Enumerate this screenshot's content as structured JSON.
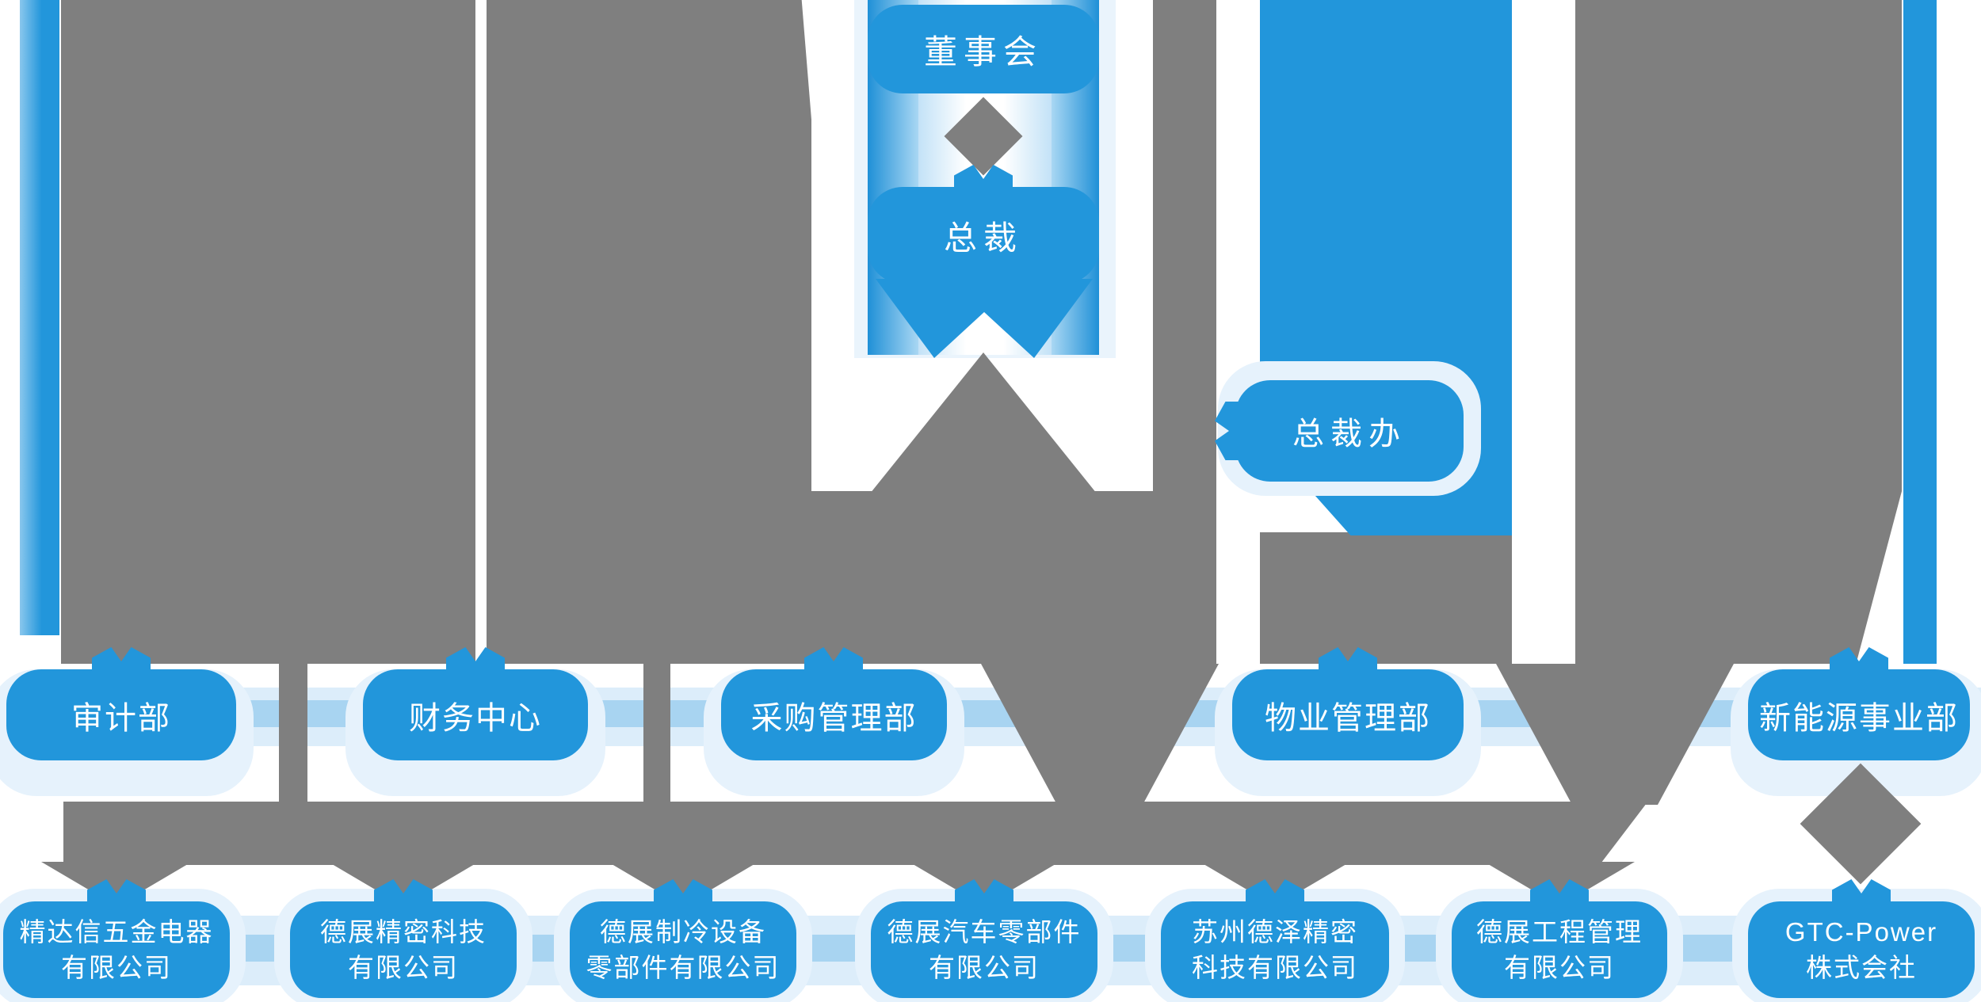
{
  "colors": {
    "node_blue": "#2296DB",
    "connector_gray": "#7F7F7F",
    "glow_light": "#DCEDFA",
    "text_white": "#FFFFFF"
  },
  "nodes": {
    "board": {
      "label": "董事会"
    },
    "president": {
      "label": "总裁"
    },
    "president_office": {
      "label": "总裁办"
    },
    "departments": [
      {
        "label": "审计部"
      },
      {
        "label": "财务中心"
      },
      {
        "label": "采购管理部"
      },
      {
        "label": "物业管理部"
      },
      {
        "label": "新能源事业部"
      }
    ],
    "companies": [
      {
        "line1": "精达信五金电器",
        "line2": "有限公司"
      },
      {
        "line1": "德展精密科技",
        "line2": "有限公司"
      },
      {
        "line1": "德展制冷设备",
        "line2": "零部件有限公司"
      },
      {
        "line1": "德展汽车零部件",
        "line2": "有限公司"
      },
      {
        "line1": "苏州德泽精密",
        "line2": "科技有限公司"
      },
      {
        "line1": "德展工程管理",
        "line2": "有限公司"
      },
      {
        "line1": "GTC-Power",
        "line2": "株式会社"
      }
    ]
  }
}
